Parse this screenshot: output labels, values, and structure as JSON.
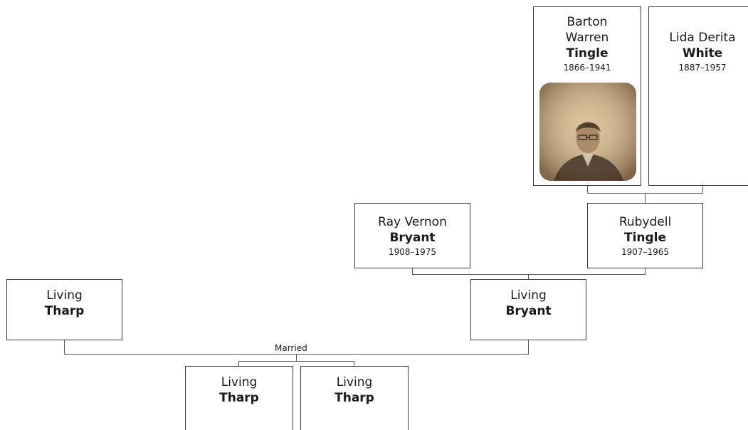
{
  "people": {
    "barton": {
      "given": [
        "Barton",
        "Warren"
      ],
      "surname": "Tingle",
      "dates": "1866–1941"
    },
    "lida": {
      "given": [
        "Lida Derita"
      ],
      "surname": "White",
      "dates": "1887–1957"
    },
    "ray": {
      "given": [
        "Ray Vernon"
      ],
      "surname": "Bryant",
      "dates": "1908–1975"
    },
    "rubydell": {
      "given": [
        "Rubydell"
      ],
      "surname": "Tingle",
      "dates": "1907–1965"
    },
    "living_tharp": {
      "given": [
        "Living"
      ],
      "surname": "Tharp"
    },
    "living_bryant": {
      "given": [
        "Living"
      ],
      "surname": "Bryant"
    },
    "child_1": {
      "given": [
        "Living"
      ],
      "surname": "Tharp"
    },
    "child_2": {
      "given": [
        "Living"
      ],
      "surname": "Tharp"
    }
  },
  "marriage_label": "Married",
  "colors": {
    "line": "#3a3a3a",
    "box_border": "#3a3a3a",
    "text": "#1a1a1a"
  }
}
